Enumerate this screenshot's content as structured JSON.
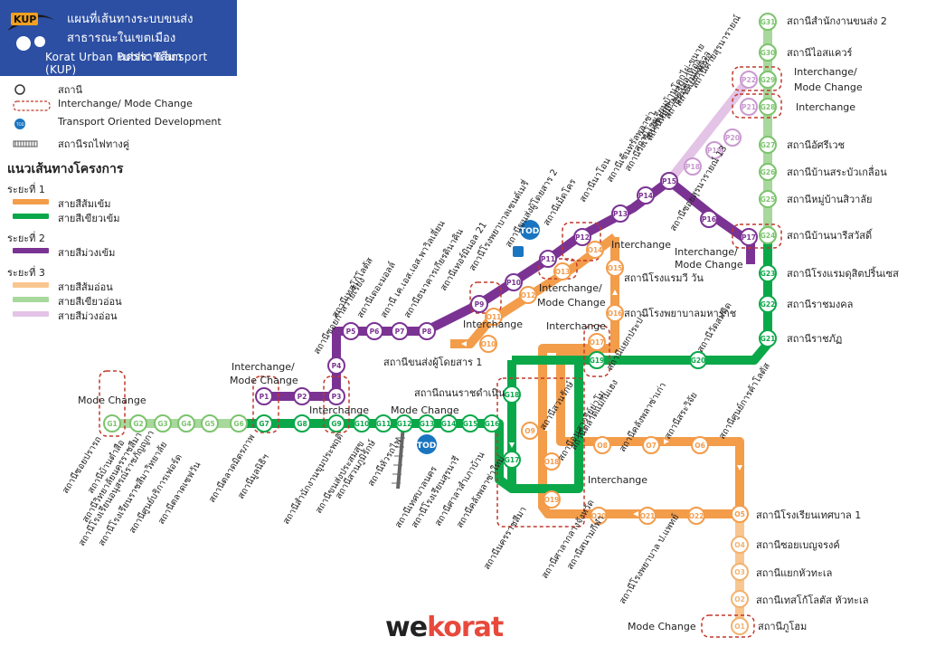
{
  "header": {
    "title_th_1": "แผนที่เส้นทางระบบขนส่งสาธารณะ",
    "title_th_2": "ในเขตเมืองนครราชสีมา",
    "title_en": "Korat Urban Public Transport (KUP)",
    "logo_text": "KUP"
  },
  "legend": {
    "station": "สถานี",
    "interchange": "Interchange/ Mode Change",
    "tod": "Transport Oriented Development",
    "tod_badge": "TOD",
    "rail": "สถานีรถไฟทางคู่",
    "routes_heading": "แนวเส้นทางโครงการ",
    "phase1": "ระยะที่ 1",
    "phase2": "ระยะที่ 2",
    "phase3": "ระยะที่ 3",
    "orange_dark": "สายสีส้มเข้ม",
    "green_dark": "สายสีเขียวเข้ม",
    "purple_dark": "สายสีม่วงเข้ม",
    "orange_light": "สายสีส้มอ่อน",
    "green_light": "สายสีเขียวอ่อน",
    "purple_light": "สายสีม่วงอ่อน"
  },
  "colors": {
    "header_bg": "#2c4fa3",
    "orange_dark": "#f39c4a",
    "green_dark": "#0ba84a",
    "purple_dark": "#7b3393",
    "orange_light": "#f9c690",
    "green_light": "#a8d89c",
    "purple_light": "#e3c3e6",
    "tod_blue": "#1a75c0",
    "interchange_dash": "#c0392b"
  },
  "map": {
    "stations": {
      "green": [
        "G1",
        "G2",
        "G3",
        "G4",
        "G5",
        "G6",
        "G7",
        "G8",
        "G9",
        "G10",
        "G11",
        "G12",
        "G13",
        "G14",
        "G15",
        "G16",
        "G17",
        "G18",
        "G19",
        "G20",
        "G21",
        "G22",
        "G23",
        "G24",
        "G25",
        "G26",
        "G27",
        "G28",
        "G29",
        "G30",
        "G31"
      ],
      "purple": [
        "P1",
        "P2",
        "P3",
        "P4",
        "P5",
        "P6",
        "P7",
        "P8",
        "P9",
        "P10",
        "P11",
        "P12",
        "P13",
        "P14",
        "P15",
        "P16",
        "P17",
        "P18",
        "P19",
        "P20",
        "P21",
        "P22"
      ],
      "orange": [
        "O1",
        "O2",
        "O3",
        "O4",
        "O5",
        "O6",
        "O7",
        "O8",
        "O9",
        "O10",
        "O11",
        "O12",
        "O13",
        "O14",
        "O15",
        "O16",
        "O17",
        "O18",
        "O19",
        "O20",
        "O21",
        "O22"
      ]
    },
    "labels": {
      "mode_change": "Mode Change",
      "interchange": "Interchange",
      "interchange_slash": "Interchange/",
      "interchange_mode_change": "Interchange/ Mode Change",
      "tod": "TOD"
    },
    "green_north_names": {
      "G31": "สถานีสำนักงานขนส่ง 2",
      "G30": "สถานีไอสแควร์",
      "G27": "สถานีอัศรีเวช",
      "G26": "สถานีบ้านสระบัวเกลื่อน",
      "G25": "สถานีหมู่บ้านสิวาลัย",
      "G24": "สถานีบ้านนารีสวัสดิ์",
      "G23": "สถานีโรงแรมดุสิตปริ้นเซส",
      "G22": "สถานีราชมงคล",
      "G21": "สถานีราชภัฏ",
      "G20": "สถานีวัดสมคิด"
    },
    "orange_south_names": {
      "O5": "สถานีโรงเรียนเทศบาล 1",
      "O4": "สถานีซอยเบญจรงค์",
      "O3": "สถานีแยกหัวทะเล",
      "O2": "สถานีเทสโก้โลตัส หัวทะเล",
      "O1": "สถานีภูโฮม"
    },
    "center_names": {
      "bus1": "สถานีขนส่งผู้โดยสาร 1",
      "ratchadamnoen": "สถานีถนนราชดำเนิน",
      "o15": "สถานีโรงแรมวี วัน",
      "o16": "สถานีโรงพยาบาลมหาราช",
      "g19": "สถานีแยกประปา"
    },
    "diagonal_names": [
      "สถานีซอยกำสวายเรียง",
      "สถานีเทสโก้โลตัส",
      "สถานีเดอะมอลล์",
      "สถานี เค.เอส.เอส.พาวิลเลี่ยน",
      "สถานีธนาคารเกียรตินาคิน",
      "สถานีเทอร์มินอล 21",
      "สถานีโรงพยาบาลเซนต์เมรี่",
      "สถานีขนส่งผู้โดยสาร 2",
      "สถานีเม็ดโคร",
      "สถานีนาโอน",
      "สถานีเซ็นทรัลพลาซ่า",
      "สถานีวงเวียนจิตตกุล",
      "สถานีโรงเรียนบ้านโคกไผ่-ขนาย",
      "สถานีหมู่บ้านศรีปลาทอง",
      "สถานีหมู่บ้านแพรวา",
      "สถานีแยกจอหอ",
      "สถานีค่ายสุรนารายณ์",
      "สถานีซอยสุรนารายณ์ 13"
    ],
    "bottom_names": [
      "สถานีซอยปรารถ",
      "สถานีบ้านตำสือ",
      "สถานีวิทยาลัยนครราชสีมา",
      "สถานีโรงเรียนอนุสรณ์ราชภัญญูกา",
      "สถานีโรงเรียนราชสีมาวิทยาลัย",
      "สถานีศูนย์บริการเฟอร์ด",
      "สถานีตลาดเซฟวัน",
      "สถานีตลาดมิตรภาพ",
      "สถานีมูลนิธิฯ",
      "สถานีสำนักงานขุมประพฤติ",
      "สถานีขนส่งประสมสุข",
      "สถานีสวนภูมิรักษ์",
      "สถานีหัวรถไฟ",
      "สถานีเทศบาลนคร",
      "สถานีโรงเรียนสุรนารี",
      "สถานีศาลาสำเภาบ้าน",
      "สถานีคลังพลาซ่าใหม่",
      "สถานีนครราชสีมา",
      "สถานีสวนรักษ์",
      "สถานีอนุสาวรีย์ย่าโม",
      "สถานีศาลากลางจังหวัด",
      "สถานีสนามกีฬา",
      "สถานีโรงพยาบาล ป.แพทย์",
      "สถานีตลาดแม่กิมเฮง",
      "สถานีคลังพลาซ่าเก่า",
      "สถานีสระวิจัย",
      "สถานีศูนย์การค้าโลตัส"
    ]
  },
  "watermark": {
    "we": "we",
    "korat": "korat"
  }
}
